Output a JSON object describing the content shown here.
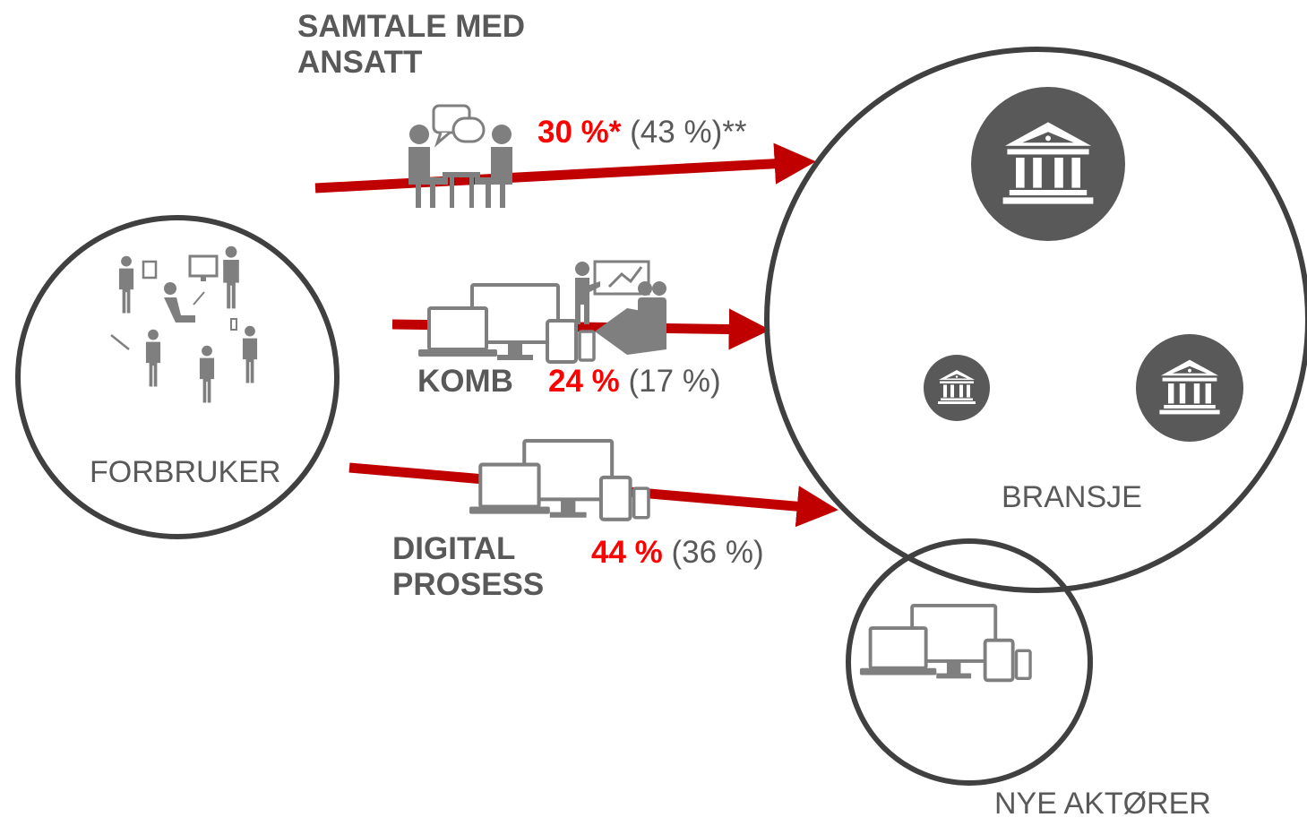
{
  "nodes": {
    "consumer": {
      "label": "FORBRUKER"
    },
    "industry": {
      "label": "BRANSJE"
    },
    "new_actors": {
      "label": "NYE AKTØRER"
    }
  },
  "channels": {
    "employee": {
      "label_line1": "SAMTALE MED",
      "label_line2": "ANSATT",
      "value": "30 %*",
      "prev": "(43 %)**"
    },
    "combined": {
      "label": "KOMB",
      "value": "24 %",
      "prev": "(17 %)"
    },
    "digital": {
      "label_line1": "DIGITAL",
      "label_line2": "PROSESS",
      "value": "44 %",
      "prev": "(36 %)"
    }
  },
  "colors": {
    "arrow": "#c00000",
    "highlight": "#ff0000",
    "text": "#595959",
    "icon": "#7f7f7f",
    "bank": "#595959",
    "outline": "#404040"
  },
  "icons": [
    "people-network-icon",
    "meeting-icon",
    "devices-icon",
    "presentation-icon",
    "bank-icon"
  ]
}
